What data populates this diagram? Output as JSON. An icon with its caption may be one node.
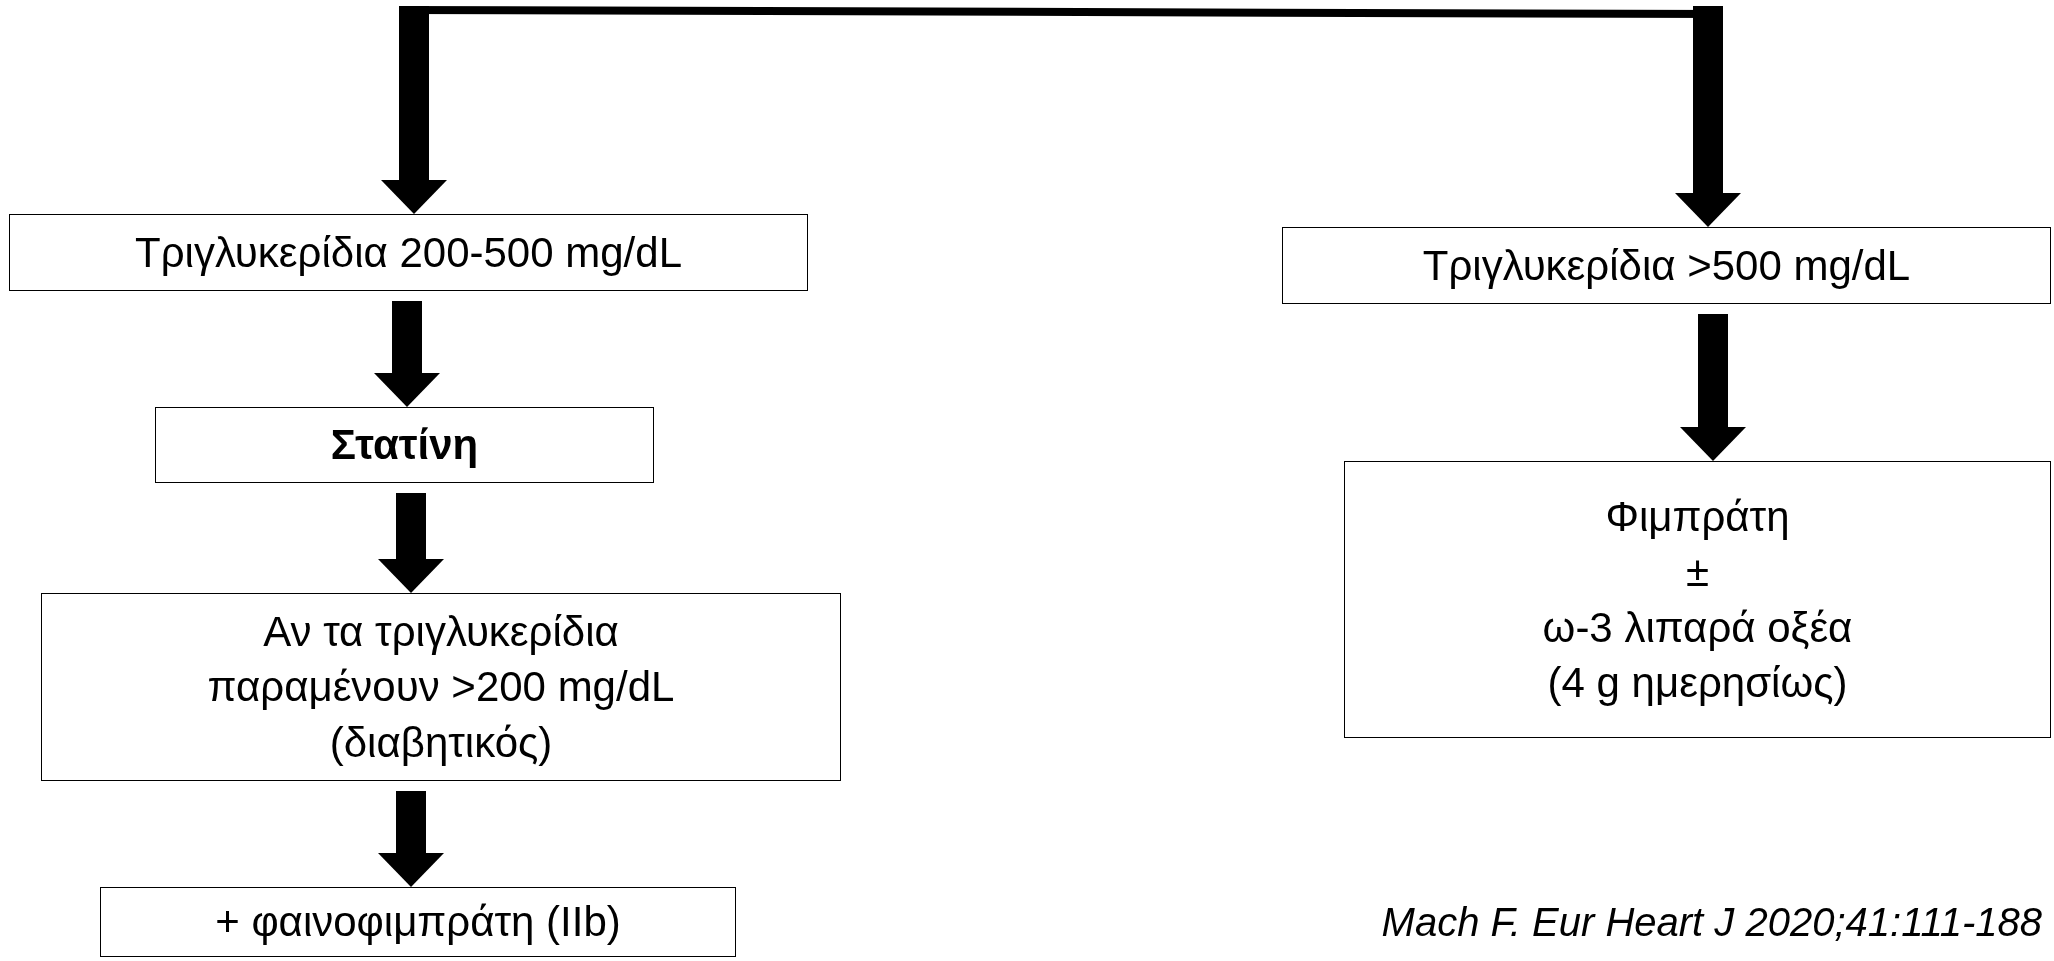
{
  "diagram": {
    "nodes": [
      {
        "text": [
          "Τριγλυκερίδια 200-500 mg/dL"
        ]
      },
      {
        "text": [
          "Στατίνη"
        ]
      },
      {
        "text": [
          "Αν τα τριγλυκερίδια παραμένουν >200 mg/dL (διαβητικός)"
        ]
      },
      {
        "text": [
          "+ φαινοφιμπράτη (IIb)"
        ]
      },
      {
        "text": [
          "Τριγλυκερίδια >500 mg/dL"
        ]
      },
      {
        "text": [
          "Φιμπράτη",
          "±",
          "ω-3 λιπαρά οξέα",
          "(4 g ημερησίως)"
        ]
      }
    ],
    "edges": [
      {
        "from": null,
        "to": 0,
        "arrow": "to"
      },
      {
        "from": null,
        "to": 4,
        "arrow": "to"
      },
      {
        "from": 0,
        "to": 1,
        "arrow": "to"
      },
      {
        "from": 1,
        "to": 2,
        "arrow": "to"
      },
      {
        "from": 2,
        "to": 3,
        "arrow": "to"
      },
      {
        "from": 4,
        "to": 5,
        "arrow": "to"
      }
    ],
    "labels": [
      "Mach F. Eur Heart J 2020;41:111-188"
    ]
  }
}
